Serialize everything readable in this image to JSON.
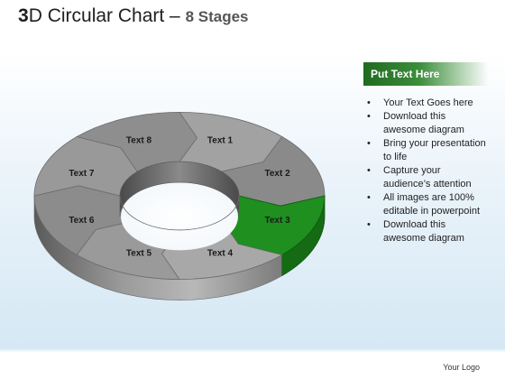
{
  "title": {
    "main_bold": "3",
    "main_rest": "D Circular Chart",
    "dash": " – ",
    "sub": "8 Stages"
  },
  "diagram": {
    "type": "3d-donut-8-stages",
    "highlight_color": "#1f8f1f",
    "base_color": "#8c8c8c",
    "segments": [
      {
        "label": "Text 1",
        "highlight": false
      },
      {
        "label": "Text 2",
        "highlight": false
      },
      {
        "label": "Text 3",
        "highlight": true
      },
      {
        "label": "Text 4",
        "highlight": false
      },
      {
        "label": "Text 5",
        "highlight": false
      },
      {
        "label": "Text 6",
        "highlight": false
      },
      {
        "label": "Text 7",
        "highlight": false
      },
      {
        "label": "Text 8",
        "highlight": false
      }
    ]
  },
  "panel": {
    "header": "Put Text Here",
    "bullets": [
      "Your Text Goes here",
      "Download this awesome diagram",
      "Bring your presentation to life",
      "Capture your audience’s attention",
      "All images are 100% editable in powerpoint",
      "Download this awesome diagram"
    ]
  },
  "footer": {
    "logo": "Your Logo"
  }
}
